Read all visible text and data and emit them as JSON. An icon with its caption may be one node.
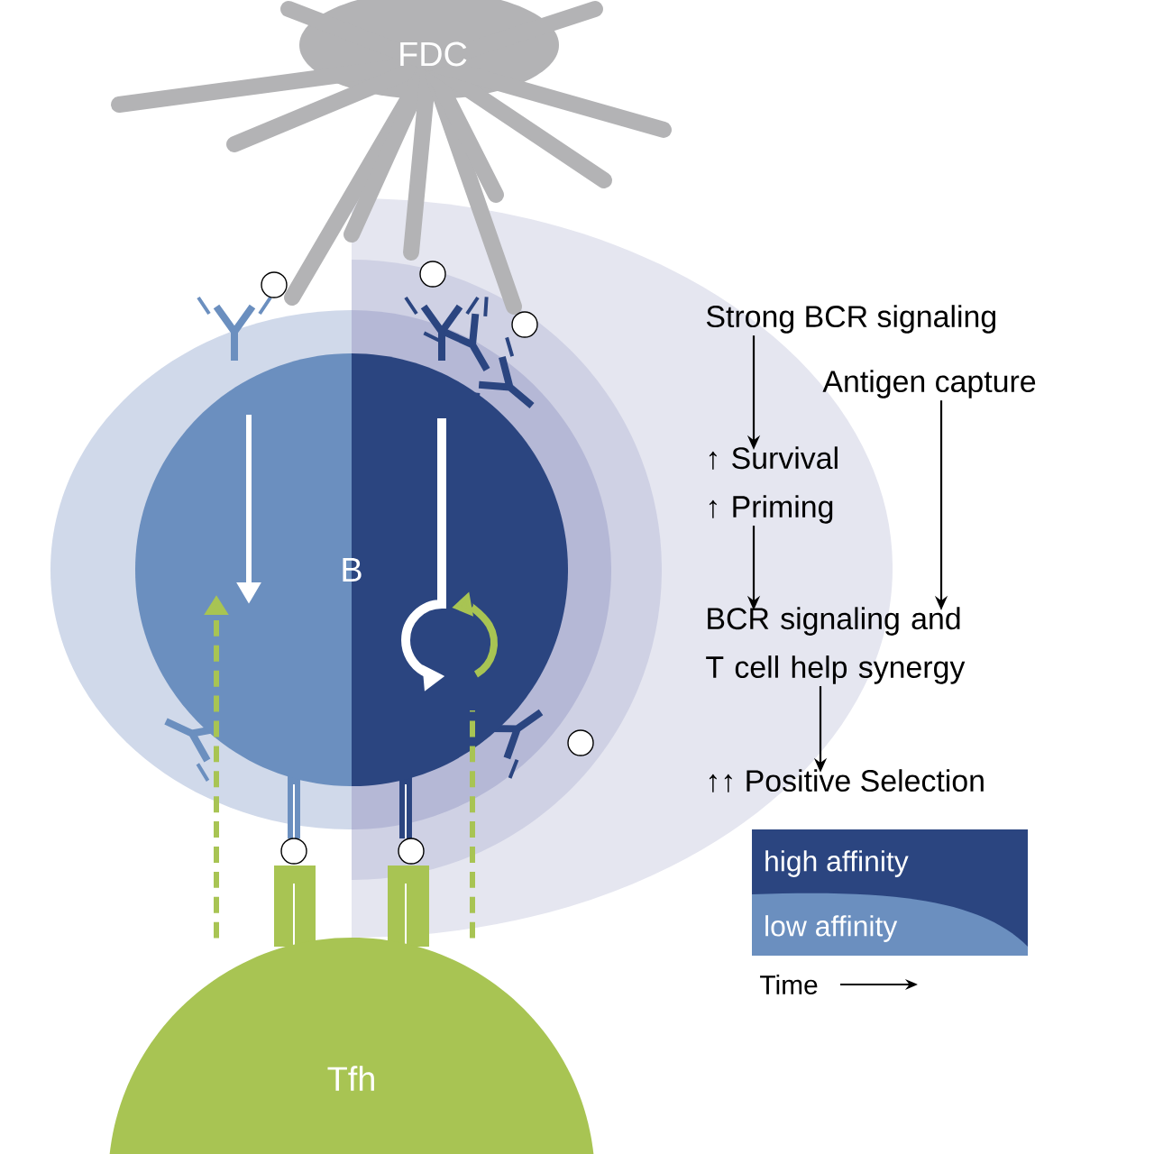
{
  "diagram": {
    "nodes": [
      {
        "text": [
          "FDC"
        ]
      },
      {
        "text": [
          "B"
        ]
      },
      {
        "text": [
          "Tfh"
        ]
      },
      {
        "text": [
          "Strong BCR signaling"
        ]
      },
      {
        "text": [
          "Antigen capture"
        ]
      },
      {
        "text": [
          "↑ Survival ↑ Priming"
        ]
      },
      {
        "text": [
          "BCR signaling and T cell help synergy"
        ]
      },
      {
        "text": [
          "↑↑ Positive Selection"
        ]
      }
    ],
    "edges": [
      {
        "from": 3,
        "to": 5,
        "arrow": "to"
      },
      {
        "from": 5,
        "to": 6,
        "arrow": "to"
      },
      {
        "from": 4,
        "to": 6,
        "arrow": "to"
      },
      {
        "from": 6,
        "to": 7,
        "arrow": "to"
      },
      {
        "from": 2,
        "to": 1,
        "arrow": "to",
        "style": "dashed",
        "color": "#a8c453"
      },
      {
        "from": 2,
        "to": 1,
        "arrow": "none",
        "style": "dashed",
        "color": "#a8c453"
      }
    ],
    "labels": [
      "Time"
    ],
    "legend": [
      {
        "text": "high affinity",
        "color": "#2b4580"
      },
      {
        "text": "low affinity",
        "color": "#6b8fbf"
      }
    ]
  }
}
